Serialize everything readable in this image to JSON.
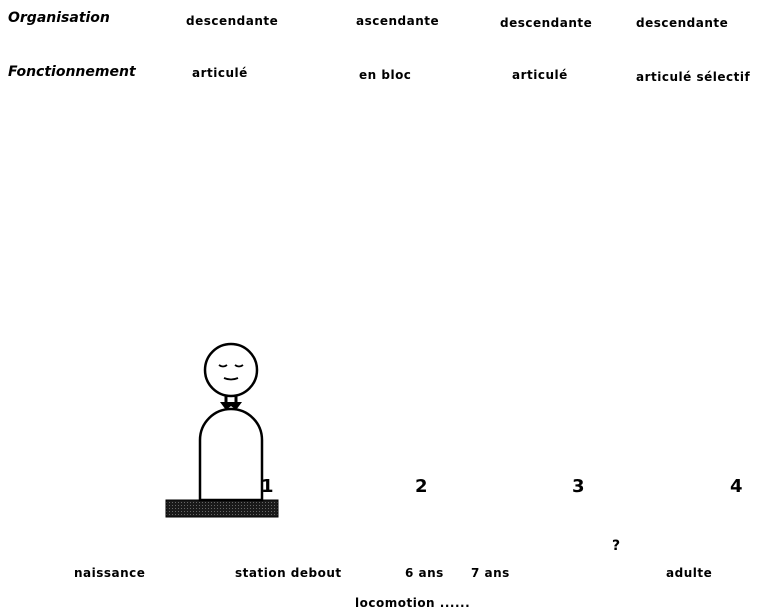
{
  "header": {
    "organisation_label": "Organisation",
    "fonctionnement_label": "Fonctionnement"
  },
  "stages": [
    {
      "organisation": "descendante",
      "fonctionnement": "articulé",
      "number": "1"
    },
    {
      "organisation": "ascendante",
      "fonctionnement": "en bloc",
      "number": "2"
    },
    {
      "organisation": "descendante",
      "fonctionnement": "articulé",
      "number": "3"
    },
    {
      "organisation": "descendante",
      "fonctionnement": "articulé sélectif",
      "number": "4"
    }
  ],
  "timeline": {
    "naissance": "naissance",
    "station_debout": "station debout",
    "six_ans": "6 ans",
    "seven_ans": "7 ans",
    "question": "?",
    "adulte": "adulte",
    "locomotion": "locomotion ......"
  }
}
